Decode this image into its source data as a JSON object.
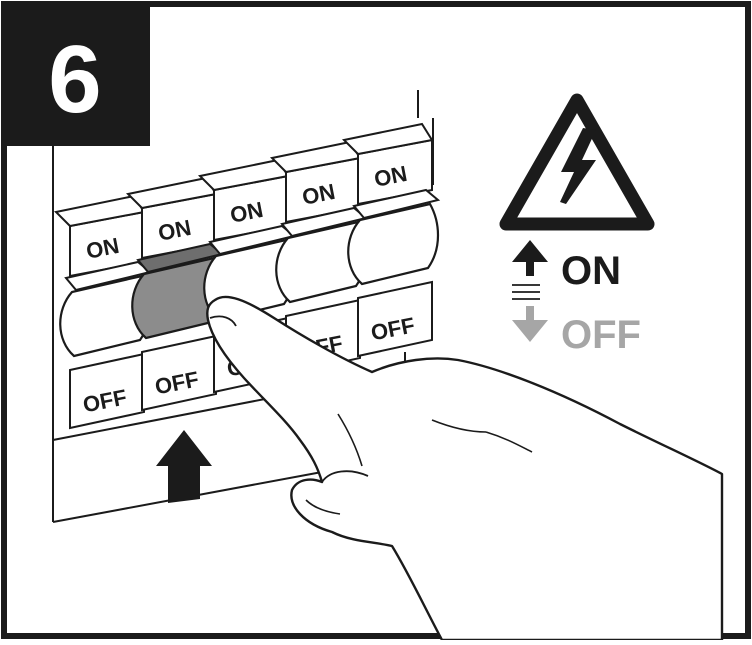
{
  "step": {
    "number": "6"
  },
  "legend": {
    "on_label": "ON",
    "off_label": "OFF",
    "warning_icon": "high-voltage-warning-icon"
  },
  "breakers": {
    "count": 5,
    "highlighted_index": 1,
    "on_label": "ON",
    "off_label": "OFF"
  },
  "colors": {
    "frame": "#1b1b1b",
    "highlight": "#8c8c8c",
    "off_legend": "#a6a6a6",
    "ink": "#1b1b1b"
  }
}
